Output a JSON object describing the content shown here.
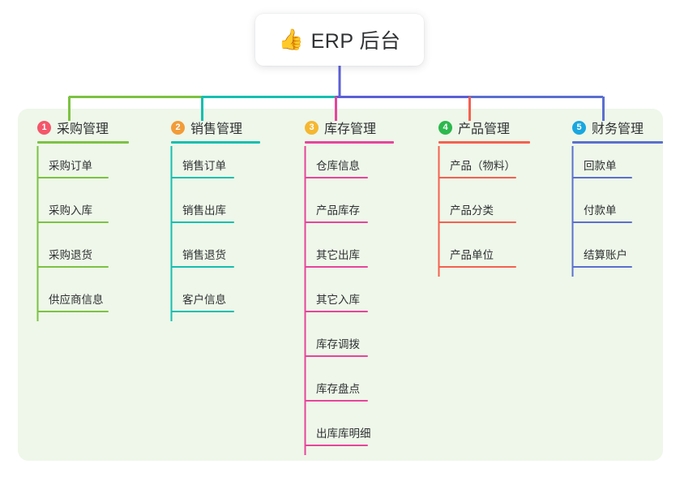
{
  "root": {
    "icon": "thumbs-up-icon",
    "icon_glyph": "👍",
    "title": "ERP 后台"
  },
  "palette": {
    "panel_background": "#eef7e9",
    "page_background": "#ffffff",
    "root_stem": "#5b5fd6",
    "text": "#2f3133"
  },
  "columns": [
    {
      "number": "1",
      "title": "采购管理",
      "badge_color": "#f4566a",
      "line_color": "#8bc council",
      "rule_color": "#7cc242",
      "items": [
        "采购订单",
        "采购入库",
        "采购退货",
        "供应商信息"
      ]
    },
    {
      "number": "2",
      "title": "销售管理",
      "badge_color": "#f29c38",
      "rule_color": "#15bfb1",
      "items": [
        "销售订单",
        "销售出库",
        "销售退货",
        "客户信息"
      ]
    },
    {
      "number": "3",
      "title": "库存管理",
      "badge_color": "#f5b731",
      "rule_color": "#e8449c",
      "items": [
        "仓库信息",
        "产品库存",
        "其它出库",
        "其它入库",
        "库存调拨",
        "库存盘点",
        "出库库明细"
      ]
    },
    {
      "number": "4",
      "title": "产品管理",
      "badge_color": "#2db84d",
      "rule_color": "#f5604f",
      "items": [
        "产品（物料）",
        "产品分类",
        "产品单位"
      ]
    },
    {
      "number": "5",
      "title": "财务管理",
      "badge_color": "#19a7e0",
      "rule_color": "#5b6fd0",
      "items": [
        "回款单",
        "付款单",
        "结算账户"
      ]
    }
  ]
}
